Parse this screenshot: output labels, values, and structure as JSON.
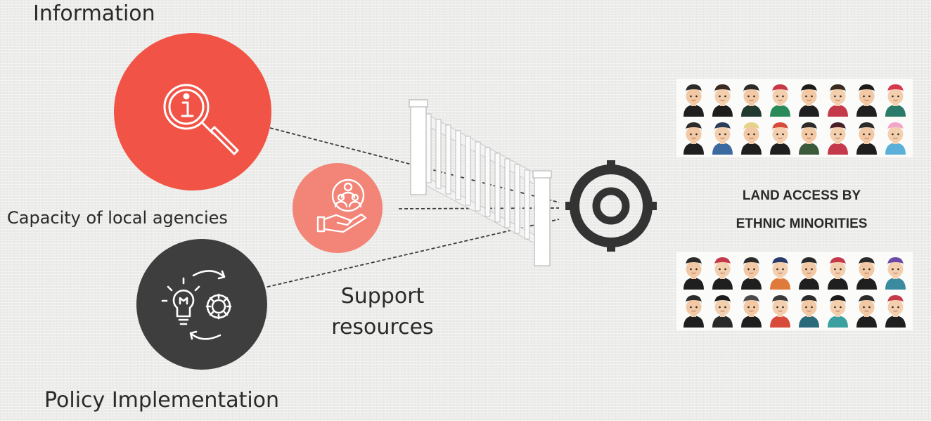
{
  "labels": {
    "information": "Information",
    "capacity": "Capacity of local agencies",
    "support_line1": "Support",
    "support_line2": "resources",
    "policy": "Policy Implementation",
    "target_line1": "LAND ACCESS BY",
    "target_line2": "ETHNIC MINORITIES"
  },
  "icons": {
    "information": "info-search-icon",
    "capacity": "people-in-hand-icon",
    "policy": "idea-process-icon",
    "target": "crosshair-target-icon",
    "gate": "fence-gate-icon"
  },
  "colors": {
    "information_circle": "#f15446",
    "capacity_circle": "#f28577",
    "policy_circle": "#3e3e3e",
    "target_icon": "#333333",
    "text": "#2a2a2a"
  },
  "people": {
    "top_rows": [
      [
        {
          "hat": "#2b2b2b",
          "cloth": "#1f1f1f",
          "skin": "#f2c9a4"
        },
        {
          "hat": "#3a2b22",
          "cloth": "#1d1d1d",
          "skin": "#f3cfae"
        },
        {
          "hat": "#2b2b2b",
          "cloth": "#233a2e",
          "skin": "#f2c9a4"
        },
        {
          "hat": "#c9364a",
          "cloth": "#2a8a5a",
          "skin": "#f3cfae"
        },
        {
          "hat": "#1b1b1b",
          "cloth": "#1f1f1f",
          "skin": "#f2c9a4"
        },
        {
          "hat": "#3a2b22",
          "cloth": "#c43a4b",
          "skin": "#f3cfae"
        },
        {
          "hat": "#1b1b1b",
          "cloth": "#1f1f1f",
          "skin": "#f2c9a4"
        },
        {
          "hat": "#d6374c",
          "cloth": "#2a7a6a",
          "skin": "#f3cfae"
        }
      ],
      [
        {
          "hat": "#2b2b2b",
          "cloth": "#1f1f1f",
          "skin": "#f2c9a4"
        },
        {
          "hat": "#2b3c5a",
          "cloth": "#3a6aa0",
          "skin": "#f3cfae"
        },
        {
          "hat": "#e6d28a",
          "cloth": "#1f1f1f",
          "skin": "#f2c9a4"
        },
        {
          "hat": "#d84a3a",
          "cloth": "#1f1f1f",
          "skin": "#f3cfae"
        },
        {
          "hat": "#2b2b2b",
          "cloth": "#3a5a3a",
          "skin": "#f2c9a4"
        },
        {
          "hat": "#4a1f2a",
          "cloth": "#c43a4b",
          "skin": "#f3cfae"
        },
        {
          "hat": "#2b2b2b",
          "cloth": "#1f1f1f",
          "skin": "#f2c9a4"
        },
        {
          "hat": "#f2a7c8",
          "cloth": "#5ab0d8",
          "skin": "#f3cfae"
        }
      ]
    ],
    "bottom_rows": [
      [
        {
          "hat": "#2b2b2b",
          "cloth": "#1f1f1f",
          "skin": "#f2c9a4"
        },
        {
          "hat": "#c43a4b",
          "cloth": "#1f1f1f",
          "skin": "#f3cfae"
        },
        {
          "hat": "#2b2b2b",
          "cloth": "#1f1f1f",
          "skin": "#f2c9a4"
        },
        {
          "hat": "#2a3a6a",
          "cloth": "#e07a3a",
          "skin": "#f3cfae"
        },
        {
          "hat": "#2b2b2b",
          "cloth": "#1f1f1f",
          "skin": "#f2c9a4"
        },
        {
          "hat": "#c43a4b",
          "cloth": "#1f1f1f",
          "skin": "#f3cfae"
        },
        {
          "hat": "#2b2b2b",
          "cloth": "#1f1f1f",
          "skin": "#f2c9a4"
        },
        {
          "hat": "#6a4aa8",
          "cloth": "#3a8aa0",
          "skin": "#f3cfae"
        }
      ],
      [
        {
          "hat": "#2b2b2b",
          "cloth": "#1f1f1f",
          "skin": "#f2c9a4"
        },
        {
          "hat": "#1b1b1b",
          "cloth": "#2a2a2a",
          "skin": "#f3cfae"
        },
        {
          "hat": "#4a4a4a",
          "cloth": "#1f1f1f",
          "skin": "#f2c9a4"
        },
        {
          "hat": "#3a3a3a",
          "cloth": "#d84a3a",
          "skin": "#f3cfae"
        },
        {
          "hat": "#2b2b2b",
          "cloth": "#2a6a7a",
          "skin": "#f2c9a4"
        },
        {
          "hat": "#1b1b1b",
          "cloth": "#3aa0a0",
          "skin": "#f3cfae"
        },
        {
          "hat": "#2b2b2b",
          "cloth": "#1f1f1f",
          "skin": "#f2c9a4"
        },
        {
          "hat": "#c43a4b",
          "cloth": "#1f1f1f",
          "skin": "#f3cfae"
        }
      ]
    ]
  }
}
